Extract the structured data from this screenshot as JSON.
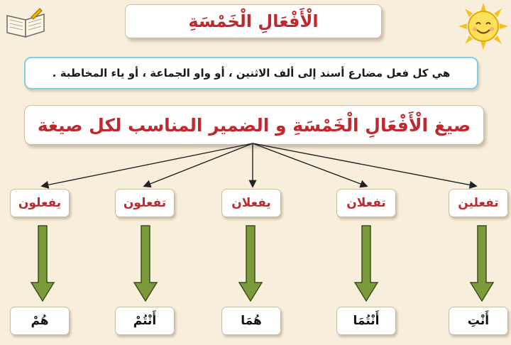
{
  "title": "الْأَفْعَالِ الْخَمْسَةِ",
  "definition": "هي كل فعل مضارع أسند إلى ألف الاثنين ، أو واو الجماعة ، أو ياء المخاطبة .",
  "subtitle": "صيغ الْأَفْعَالِ الْخَمْسَةِ و الضمير المناسب لكل صيغة",
  "forms": [
    {
      "verb": "يفعلون",
      "pronoun": "هُمْ"
    },
    {
      "verb": "تفعلون",
      "pronoun": "أَنْتُمْ"
    },
    {
      "verb": "يفعلان",
      "pronoun": "هُمَا"
    },
    {
      "verb": "تفعلان",
      "pronoun": "أَنْتُمَا"
    },
    {
      "verb": "تفعلين",
      "pronoun": "أَنْتِ"
    }
  ],
  "colors": {
    "background": "#f8eedc",
    "title_text": "#c0282d",
    "definition_border": "#7fd0e6",
    "arrow_green": "#7a9a3c",
    "connector": "#222222"
  },
  "icons": {
    "top_left": "open-book-icon",
    "top_right": "smiling-sun-icon"
  }
}
